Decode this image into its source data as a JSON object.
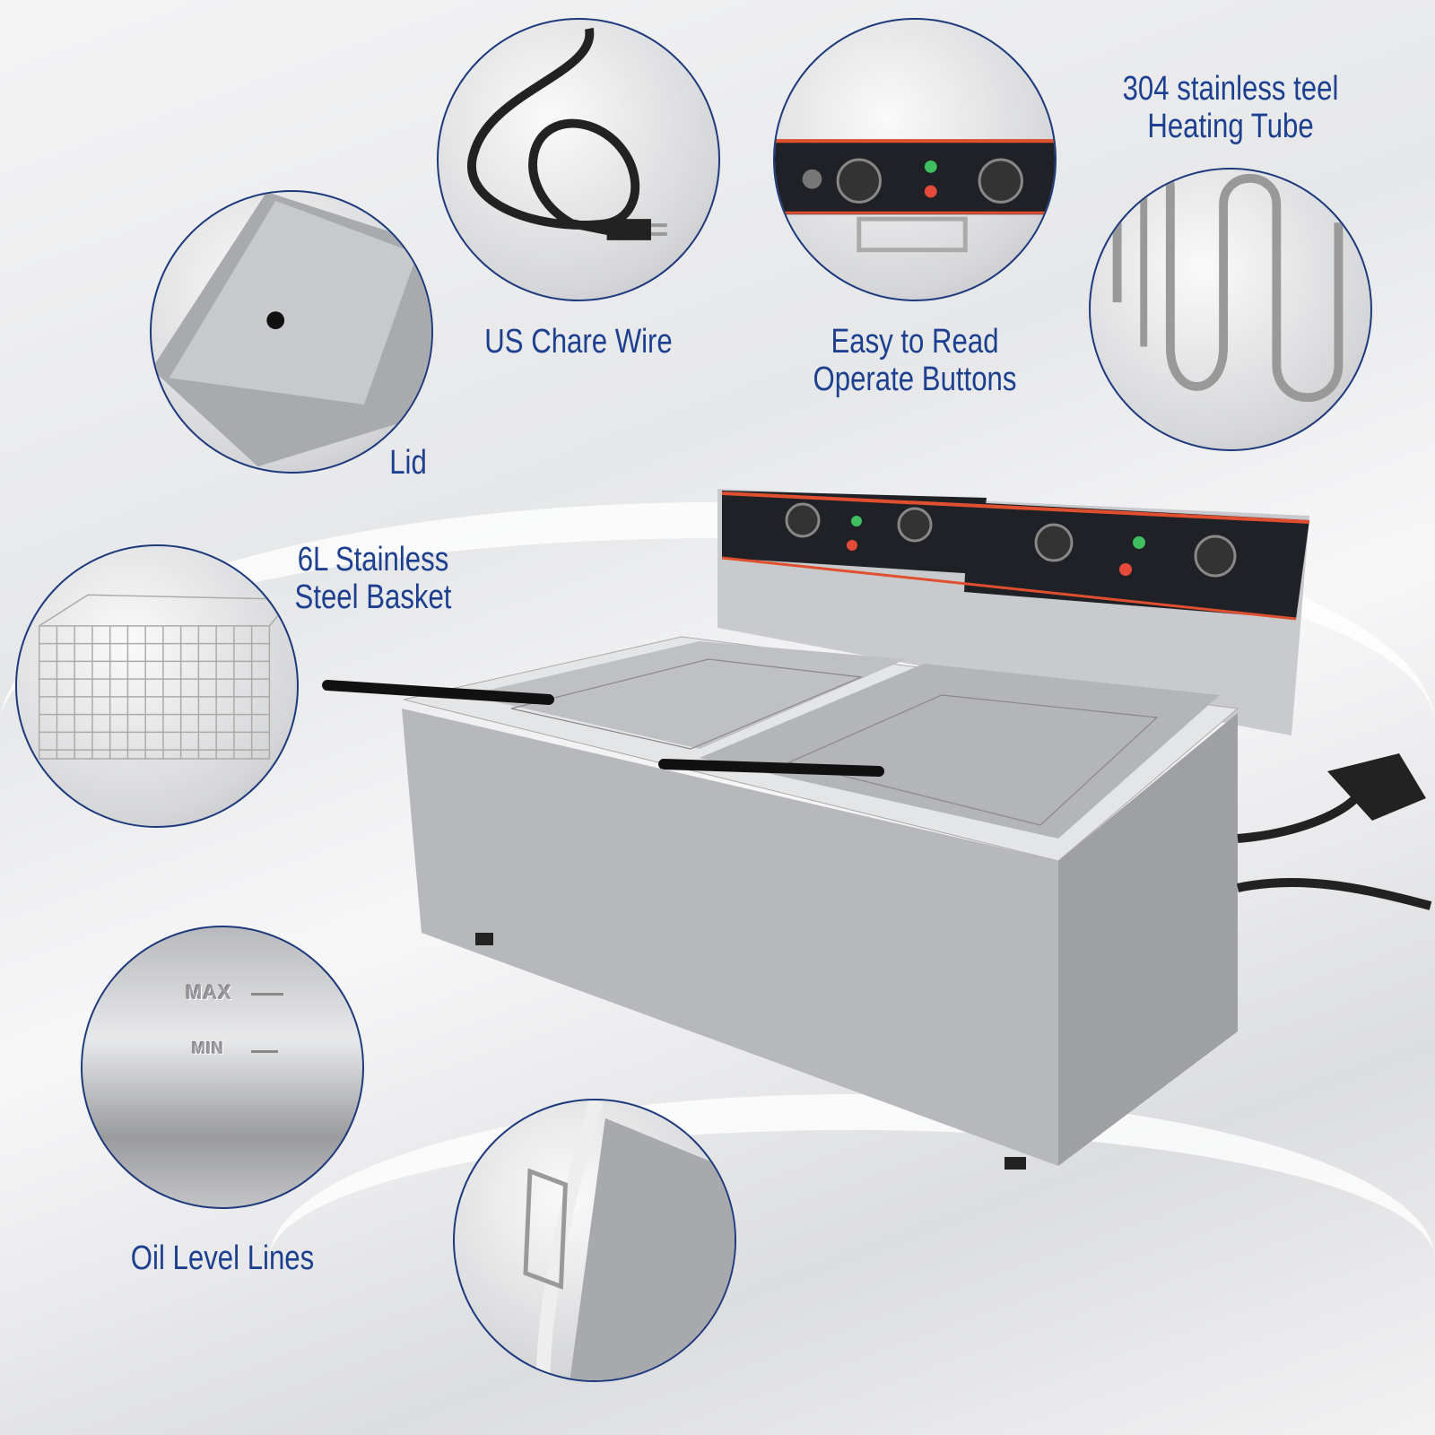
{
  "features": [
    {
      "id": "lid",
      "lines": [
        "Lid"
      ]
    },
    {
      "id": "wire",
      "lines": [
        "US Chare Wire"
      ]
    },
    {
      "id": "buttons",
      "lines": [
        "Easy to Read",
        "Operate Buttons"
      ]
    },
    {
      "id": "tube",
      "lines": [
        "304 stainless teel",
        "Heating Tube"
      ]
    },
    {
      "id": "basket",
      "lines": [
        "6L Stainless",
        "Steel Basket"
      ]
    },
    {
      "id": "oil",
      "lines": [
        "Oil Level Lines"
      ]
    }
  ],
  "oil_marks": {
    "max": "MAX",
    "min": "MIN"
  },
  "colors": {
    "label": "#1d3f8f",
    "circle_border": "#1c3a7c",
    "panel": "#1f2126",
    "panel_stripe": "#e0502f"
  }
}
